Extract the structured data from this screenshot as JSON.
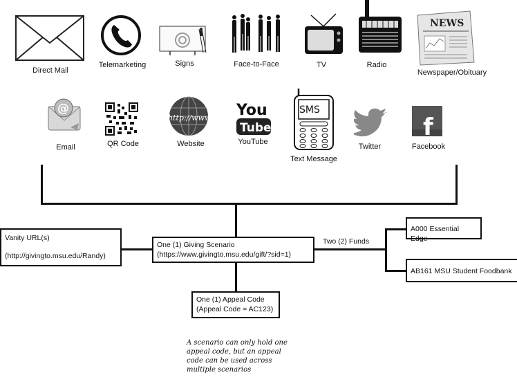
{
  "channels_row1": [
    {
      "label": "Direct Mail",
      "icon": "envelope-icon"
    },
    {
      "label": "Telemarketing",
      "icon": "phone-icon"
    },
    {
      "label": "Signs",
      "icon": "sign-icon"
    },
    {
      "label": "Face-to-Face",
      "icon": "people-icon"
    },
    {
      "label": "TV",
      "icon": "tv-icon"
    },
    {
      "label": "Radio",
      "icon": "radio-icon"
    },
    {
      "label": "Newspaper/Obituary",
      "icon": "newspaper-icon"
    }
  ],
  "channels_row2": [
    {
      "label": "Email",
      "icon": "email-icon"
    },
    {
      "label": "QR Code",
      "icon": "qr-code-icon"
    },
    {
      "label": "Website",
      "icon": "globe-icon"
    },
    {
      "label": "YouTube",
      "icon": "youtube-icon"
    },
    {
      "label": "Text Message",
      "icon": "cellphone-icon"
    },
    {
      "label": "Twitter",
      "icon": "twitter-icon"
    },
    {
      "label": "Facebook",
      "icon": "facebook-icon"
    }
  ],
  "icon_text": {
    "news": "NEWS",
    "sms": "SMS",
    "youtube_top": "You",
    "youtube_bottom": "Tube",
    "website": "http://www",
    "facebook": "f",
    "email": "@"
  },
  "vanity": {
    "line1": "Vanity URL(s)",
    "line2": "(http://givingto.msu.edu/Randy)"
  },
  "scenario": {
    "line1": "One (1) Giving Scenario",
    "line2": "(https://www.givingto.msu.edu/gift/?sid=1)"
  },
  "appeal": {
    "line1": "One (1) Appeal Code",
    "line2": "(Appeal Code = AC123)"
  },
  "funds_label": "Two (2) Funds",
  "fund1": "A000 Essential Edge",
  "fund2": "AB161 MSU Student Foodbank",
  "note": "A scenario can only hold one appeal code, but an appeal code can be used across multiple scenarios"
}
